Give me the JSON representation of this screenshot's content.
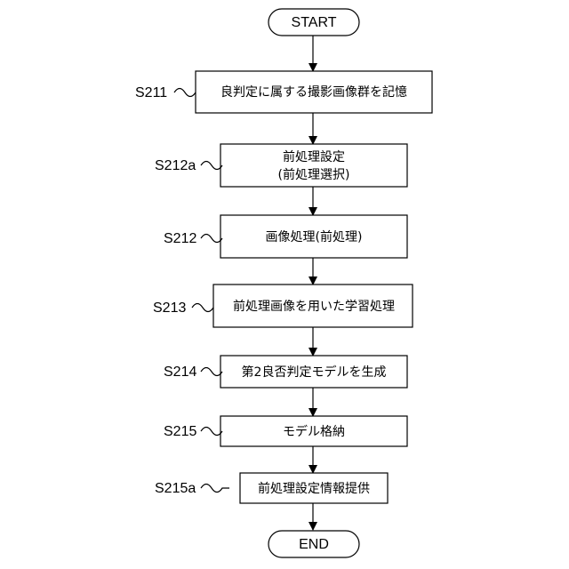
{
  "flowchart": {
    "start": "START",
    "end": "END",
    "steps": [
      {
        "label": "S211",
        "lines": [
          "良判定に属する撮影画像群を記憶"
        ]
      },
      {
        "label": "S212a",
        "lines": [
          "前処理設定",
          "(前処理選択)"
        ]
      },
      {
        "label": "S212",
        "lines": [
          "画像処理(前処理)"
        ]
      },
      {
        "label": "S213",
        "lines": [
          "前処理画像を用いた学習処理"
        ]
      },
      {
        "label": "S214",
        "lines": [
          "第2良否判定モデルを生成"
        ]
      },
      {
        "label": "S215",
        "lines": [
          "モデル格納"
        ]
      },
      {
        "label": "S215a",
        "lines": [
          "前処理設定情報提供"
        ]
      }
    ]
  }
}
